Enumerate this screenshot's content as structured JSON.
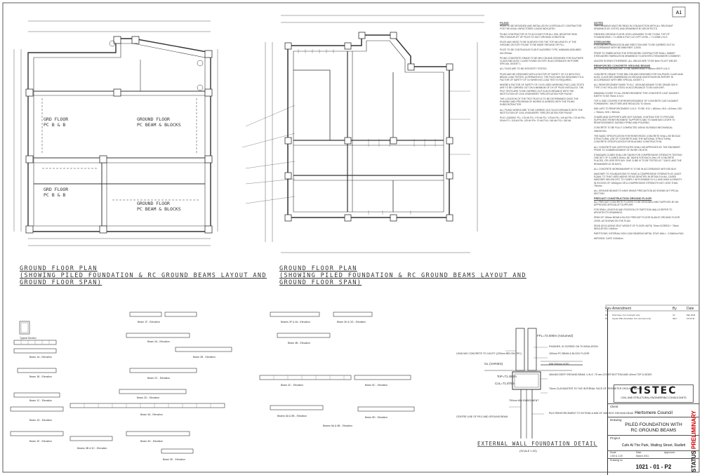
{
  "drawing": {
    "sheet_ref": "A1",
    "plans": [
      {
        "title_lines": [
          "GROUND FLOOR PLAN",
          "(SHOWING PILED FOUNDATION & RC GROUND BEAMS LAYOUT AND",
          "GROUND FLOOR SPAN)"
        ]
      },
      {
        "title_lines": [
          "GROUND FLOOR PLAN",
          "(SHOWING PILED FOUNDATION & RC GROUND BEAMS LAYOUT AND",
          "GROUND FLOOR SPAN)"
        ]
      }
    ],
    "room_labels": [
      "GRD FLOOR",
      "PC B & B",
      "GROUND FLOOR",
      "PC BEAM & BLOCKS",
      "GRD FLOOR",
      "PC B & B",
      "GROUND FLOOR",
      "PC BEAM & BLOCKS"
    ],
    "detail_title": "EXTERNAL WALL FOUNDATION DETAIL",
    "detail_scale": "(SCALE 1:20)",
    "detail_labels": [
      "GL (VARIES)",
      "FFL=72.000m (Assumed)",
      "ToP=71.450m",
      "CoL=71.875m",
      "FINISHES, IS SCREED ON 70 INSULATION",
      "150mm PC BEAM & BLOCK FLOOR",
      "MIN 300mm VOID",
      "450x300 DEEP GROUND BEAM, U.N.O. 75 mm COVER BOTTOM AND 40mm TOP & SIDES",
      "75mm CLAYMASTER TO THE INTERNAL FACE OF PERIMETER GROUND BEAMS",
      "LEAN MIX CONCRETE TO CAVITY (225mm BELOW DPC)",
      "CENTRE LINE OF PILE AND GROUND BEAM",
      "PILE REINFORCEMENT TO EXTEND A MIN OF 40Ø INTO GROUND BEAM",
      "750mm MIN EMBEDMENT"
    ],
    "beam_labels": [
      "Typical Section",
      "Beam 1A - Elevation",
      "Beam 1B - Elevation",
      "Beam 1C - Elevation",
      "Beam 1D - Elevation",
      "Beam 1E - Elevation",
      "Beam 1F - Elevation",
      "Beam 2A - Elevation",
      "Beam 2B - Elevation",
      "Beam 2C - Elevation",
      "Beam 2D - Elevation",
      "Beam 3A - Elevation",
      "Beams 3B & 3C - Elevation",
      "Beam 3D - Elevation",
      "Beam 3E - Elevation",
      "Beams 3F & 4A - Elevation",
      "Beam 3H & 3G - Elevation",
      "Beam 4B - Elevation",
      "Beam 4C - Elevation",
      "Beams 5A & 5B - Elevation",
      "Beam 5C - Elevation",
      "Beam 5D - Elevation",
      "Beams 6A & 6B - Elevation"
    ]
  },
  "notes": {
    "left": [
      {
        "heading": "PILING"
      },
      {
        "text": "PILES TO BE DESIGNED AND INSTALLED BY A SPECIALIST CONTRACTOR FOR THE AXIAL UNFACTORED LOADS INDICATED."
      },
      {
        "text": "PILING CONTRACTOR IS TO ACCOUNT FOR ALL SOIL NEGATIVE SKIN FRICTION/UPLIFT OF PILES TO SUIT GROUND CONDITION."
      },
      {
        "text": "PILES MAY NEED TO BE SLEEVED FOR THE TOP 4M LENGTH, IF THE GROUND ON SITE FOUND TO BE MADE GROUND OR FILL."
      },
      {
        "text": "PILES TO BE CONTINUOUS FLIGHT AUGERED TYPE, MINIMUM ASSUMED DIA 300mm."
      },
      {
        "text": "PILING CONCRETE GRADE TO BE MIN C35 AND DESIGNED FOR SULPHATE CLASS AND ACEC CLASS FOUND ON SITE IN ACCORDANCE WITH BRE SPECIAL DIGEST 1."
      },
      {
        "text": "ALL PILES ARE TO BE INTEGRITY TESTED."
      },
      {
        "text": "PILES MAY BE DESIGNED WITH A FACTOR OF SAFETY OF 2.5 WITH PILE BEING LOAD TESTED. ALTERNATIVELY, THE PILES MAY BE DESIGNED TO A FACTOR OF SAFETY OF 3.0 WHEN NO LOAD TEST IS REQUIRED."
      },
      {
        "text": "WHERE A FACTOR OF SAFETY OF 2.5 IS USED WORKING PILE LOAD TESTS ARE TO BE CARRIED OUT ON A MINIMUM OF 1% OF PILES INSTALLED. THE PILE TESTS ARE TO BE CARRIED OUT IN ACCORDANCE WITH THE INSTITUTION OF CIVIL ENGINEERS \"SPECIFICATION FOR PILING\"."
      },
      {
        "text": "THE LOCATION OF THE TEST PILES IS TO BE DETERMINED ONCE THE PHASING AND PROGRAM OF WORKS IS AGREED WITH THE PILING SUBCONTRACTOR."
      },
      {
        "text": "ALL PILING WORKS ARE TO BE CARRIED OUT IN ACCORDANCE WITH THE INSTITUTION OF CIVIL ENGINEERS \"SPECIFICATION FOR PILING\"."
      },
      {
        "text": "PILE LOADING: P1= 175 kN  P2= 175 kN  P3= 175 kN  P4= 140 kN  P5= 175 kN  P6= 95 kN  P7= 115 kN  P8= 125 kN  P9= 70 kN  P10= 160 kN  P11= 155 kN"
      }
    ],
    "right": [
      {
        "heading": "NOTES"
      },
      {
        "text": "THIS DRAWING MUST BE READ IN CONJUNCTION WITH ALL RELEVANT DRAWINGS BY CISTEC AND DRAWINGS BY ARCHITECTS."
      },
      {
        "text": "FINISHED GROUND FLOOR LEVEL ASSUMED TO BE 72.00M. TOP OF FOUNDATIONS = 71.450M & PILE CUT-OFF LEVEL = 71.025M U.N.O."
      },
      {
        "heading": "STEELWORK"
      },
      {
        "text": "STEELWORK FABRICATION AND ERECTION ARE TO BE CARRIED OUT IN ACCORDANCE WITH BS 5950:PART 2:2000."
      },
      {
        "text": "PRIOR TO FABRICATION THE STEELWORK CONTRACTOR SHALL SUBMIT STEELWORK FABRICATION DRAWINGS TO ARCHITECT/ENGINEER COMMENT."
      },
      {
        "text": "UNLESS SHOWN OTHERWISE, ALL WELDS ARE TO BE 6mm FILLET WELDS."
      },
      {
        "heading": "REINFORCED CONCRETE GROUND BEAMS"
      },
      {
        "text": "ALL GROUND BEAMS ARE TO BE 300mm WIDE x 450mm DEEP U.N.O."
      },
      {
        "text": "CONCRETE GRADE TO BE MIN C35 AND DESIGNED FOR SULPHATE CLASS AND ACEC CLASS RECOMMENDED IN GROUND INVESTIGATION REPORT IN ACCORDANCE WITH BRE SPECIAL DIGEST 1."
      },
      {
        "text": "ALL REINFORCEMENT BARS TO B.C. GROUND BEAMS TO BE GRADE 500 H TYPE 2 HOT ROLLED STEEL IN ACCORDANCE TO BS 4449:1997."
      },
      {
        "text": "MINIMUM COVER TO ALL REINFORCEMENT FOR CONCRETE CAST AGAINST EARTH TO BE 75mm U.N.O."
      },
      {
        "text": "TOP & SIDE COVERS FOR REINFORCEMENT OF CONCRETE CAST AGAINST FORMWORK / SHUTTERS ARE REDUCED TO 40mm."
      },
      {
        "text": "MIN LAPS TO REINFORCEMENT U.N.O. TO BE: H12 = 460mm, H16 = 610mm, H20 = 760mm, H25 = 960mm."
      },
      {
        "text": "CHAIRS AND SUPPORTS ARE NOT SHOWN, CONTRACTOR TO PROVIDE SUFFICIENT REINFORCEMENT SUPPORTS AND TO MAINTAIN COVER TO REINFORCEMENT DURING PIPING AND POURING."
      },
      {
        "text": "CONCRETE TO BE FULLY COMPACTED USING SUITABLE MECHANICAL VIBRATION."
      },
      {
        "text": "THE BASIC SPECIFICATION FOR REINFORCED CONCRETE SHALL BE BS 8110 STRUCTURAL USE OF CONCRETE AND THE NATIONAL STRUCTURAL CONCRETE SPECIFICATION FOR BUILDING CONSTRUCTION."
      },
      {
        "text": "ALL CONCRETE MIX CERTIFICATES SHALL BE APPROVED BY THE ENGINEER PRIOR TO COMMENCEMENT OF WORK ON SITE."
      },
      {
        "text": "STANDARD CUBES SHALL BE TAKEN FOR COMPRESSIVE STRENGTH TESTING. ONE SET OF 3 CUBES SHALL BE TAKEN FOR EACH 20m³ OF CONCRETE PLACED, OR LESS PER DAY. ONE CUBE IS TO BE TESTED AT 7 DAYS, AND THE REMAINDER AT 28 DAYS."
      },
      {
        "text": "ALL CONCRETE WORKMANSHIP IS TO BE IN ACCORDANCE WITH BS 8110."
      },
      {
        "text": "MASONRY TO FOUNDATIONS TO HAVE A COMPRESSIVE STRENGTH AT LEAST EQUAL TO THAT USED ABOVE OR AS DENOTED IN DETAILS IN ALL CASES MASONRY BELOW DPC TO COMPLY WITH BS5628 CH.3.1 AND HAVE A DENSITY IN EXCESS OF 1500kg/m³ OR A COMPRESSIVE STRENGTH NOT LESS THAN 7N/mm²."
      },
      {
        "text": "ALL GROUND BEAMS TO HAVE HEAVE PRECAUTION AS SHOWN IN TYPICAL SECTION."
      },
      {
        "heading": "PRECAST CONSTRUCTION GROUND FLOOR"
      },
      {
        "text": "ALL PRECAST CONCRETE FLOORS TO BE DESIGNED AND SUPPLIED BY AN APPROVED SPECIALIST SUPPLIER."
      },
      {
        "text": "FOR SPAN, LENGTHS AND POSITION OF PARTITION WALLS REFER TO ARCHITECTS DRAWINGS."
      },
      {
        "text": "SPAN OF 150mm BEAM & BLOCK PRECAST FLOOR SLAB AT GROUND FLOOR LEVEL AS SHOWN ON THE PLAN."
      },
      {
        "text": "DEAD (EXCLUDING SELF WEIGHT OF FLOOR UNITS) 75mm SCREED + 75mm INSULATION 1.6kN/m²"
      },
      {
        "text": "PARTITIONS: INTERNAL NON LOAD BEARING METAL STUD WALL - 0.50kN/m RUN"
      },
      {
        "text": "IMPOSED: CAFE 3.00kN/m²"
      }
    ]
  },
  "revisions": {
    "header": [
      "Rev",
      "Amendment",
      "By",
      "Date"
    ],
    "rows": [
      [
        "P1",
        "First issue. For comment only.",
        "ref",
        "Mar 2011"
      ],
      [
        "P2",
        "Layout Plan Amended. For comment only.",
        "GEY",
        "15.03.11"
      ]
    ]
  },
  "title_block": {
    "company_logo": "CISTEC",
    "company_info": "CIVIL AND STRUCTURAL ENGINEERING CONSULTANTS",
    "client_label": "Client",
    "client": "Hertsmere Council",
    "drawing_label": "Drawing",
    "drawing_lines": [
      "PILED FOUNDATION WITH",
      "RC GROUND BEAMS"
    ],
    "project_label": "Project",
    "project": "Cafe At The Park, Watling Street, Radlett",
    "scale_label": "Scale",
    "scale": "1:50 & 1:20",
    "date_label": "Date",
    "date": "March 2011",
    "approved_label": "Approved",
    "drawing_no_label": "Drawing no",
    "drawing_no": "1021 - 01 - P2",
    "status_label": "STATUS",
    "status": "PRELIMINARY"
  }
}
